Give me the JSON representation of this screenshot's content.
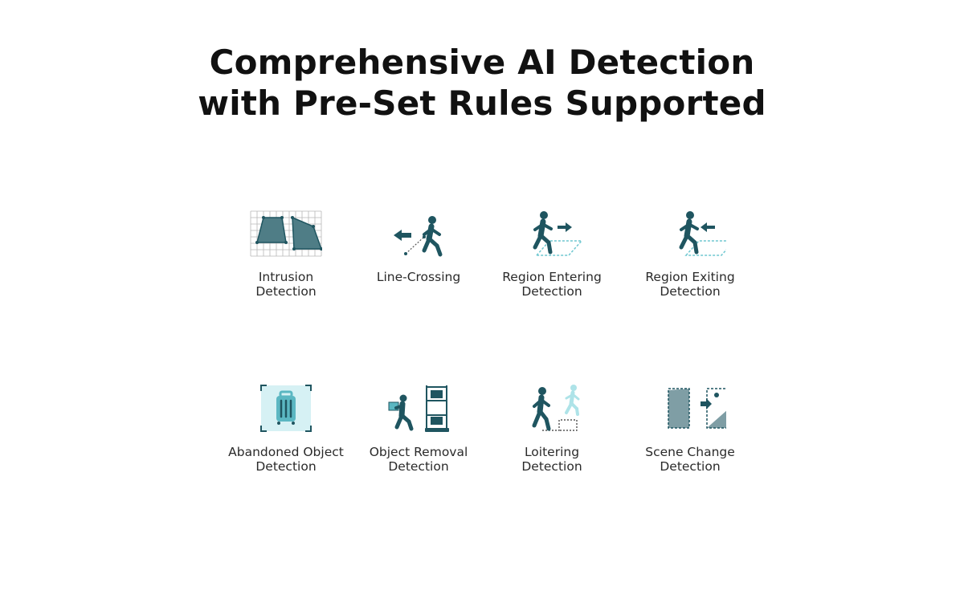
{
  "headline": {
    "line1": "Comprehensive AI Detection",
    "line2": "with Pre-Set Rules Supported"
  },
  "colors": {
    "icon_dark": "#1f5560",
    "icon_light": "#7fd0d8",
    "icon_bg": "#d6f1f4",
    "text": "#2a2a2a"
  },
  "features": [
    {
      "icon": "intrusion-icon",
      "line1": "Intrusion",
      "line2": "Detection"
    },
    {
      "icon": "line-crossing-icon",
      "line1": "Line-Crossing",
      "line2": ""
    },
    {
      "icon": "region-entering-icon",
      "line1": "Region Entering",
      "line2": "Detection"
    },
    {
      "icon": "region-exiting-icon",
      "line1": "Region Exiting",
      "line2": "Detection"
    },
    {
      "icon": "abandoned-object-icon",
      "line1": "Abandoned Object",
      "line2": "Detection"
    },
    {
      "icon": "object-removal-icon",
      "line1": "Object Removal",
      "line2": "Detection"
    },
    {
      "icon": "loitering-icon",
      "line1": "Loitering",
      "line2": "Detection"
    },
    {
      "icon": "scene-change-icon",
      "line1": "Scene Change",
      "line2": "Detection"
    }
  ]
}
